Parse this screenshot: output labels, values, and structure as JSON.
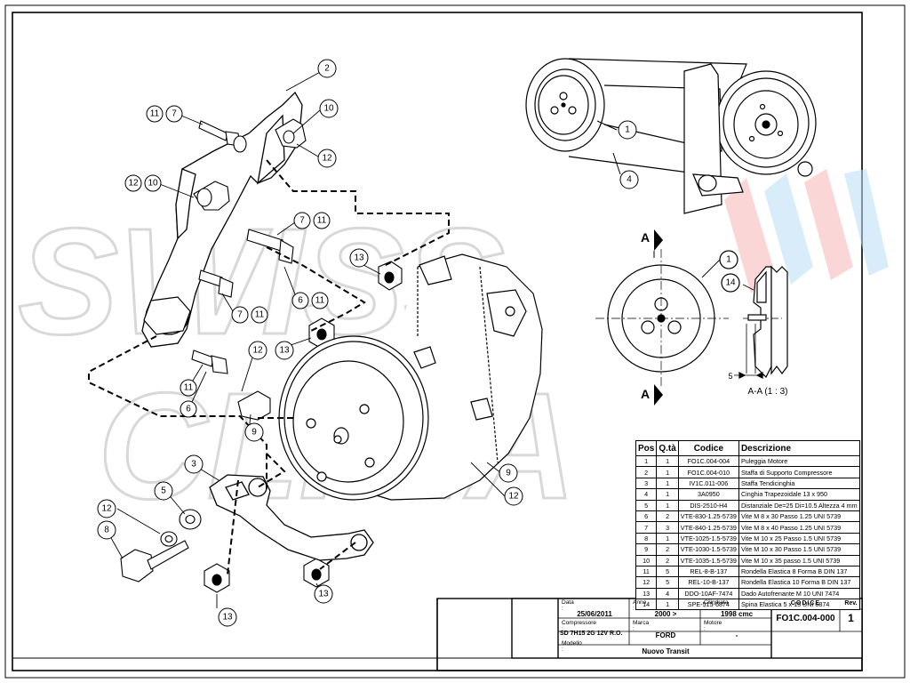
{
  "watermark": {
    "line1": "SWISS",
    "line2": "CLIMA",
    "colors": [
      "#f6b5b5",
      "#b9dff5"
    ]
  },
  "callouts": {
    "c2": "2",
    "c11a": "11",
    "c7a": "7",
    "c10a": "10",
    "c12a": "12",
    "c12b": "12",
    "c10b": "10",
    "c7b": "7",
    "c11b": "11",
    "c13a": "13",
    "c7c": "7",
    "c11c": "11",
    "c6a": "6",
    "c11d": "11",
    "c12c": "12",
    "c13b": "13",
    "c11e": "11",
    "c6b": "6",
    "c9a": "9",
    "c3": "3",
    "c5": "5",
    "c12d": "12",
    "c8": "8",
    "c13c": "13",
    "c13d": "13",
    "c9b": "9",
    "c12e": "12",
    "c1a": "1",
    "c4": "4",
    "c1b": "1",
    "c14": "14"
  },
  "section": {
    "marker": "A",
    "caption": "A-A (1 : 3)",
    "dim": "5"
  },
  "bom": {
    "headers": [
      "Pos",
      "Q.tà",
      "Codice",
      "Descrizione"
    ],
    "rows": [
      [
        "1",
        "1",
        "FO1C.004-004",
        "Puleggia Motore"
      ],
      [
        "2",
        "1",
        "FO1C.004-010",
        "Staffa di Supporto Compressore"
      ],
      [
        "3",
        "1",
        "IV1C.011-006",
        "Staffa Tendicinghia"
      ],
      [
        "4",
        "1",
        "3A0950",
        "Cinghia Trapezoidale 13 x 950"
      ],
      [
        "5",
        "1",
        "DIS-2510-H4",
        "Distanziale De=25 Di=10.5 Altezza 4 mm"
      ],
      [
        "6",
        "2",
        "VTE-830-1.25-5739",
        "Vite M 8 x 30 Passo 1.25 UNI 5739"
      ],
      [
        "7",
        "3",
        "VTE-840-1.25-5739",
        "Vite M 8 x 40 Passo 1.25 UNI 5739"
      ],
      [
        "8",
        "1",
        "VTE-1025-1.5-5739",
        "Vite M 10 x 25 Passo 1.5 UNI 5739"
      ],
      [
        "9",
        "2",
        "VTE-1030-1.5-5739",
        "Vite M 10 x 30 Passo 1.5 UNI 5739"
      ],
      [
        "10",
        "2",
        "VTE-1035-1.5-5739",
        "Vite M 10 x 35 passo 1.5 UNI 5739"
      ],
      [
        "11",
        "5",
        "REL-8-B-137",
        "Rondella Elastica 8 Forma B DIN 137"
      ],
      [
        "12",
        "5",
        "REL-10-B-137",
        "Rondella Elastica 10 Forma B DIN 137"
      ],
      [
        "13",
        "4",
        "DDO-10AF-7474",
        "Dado Autofrenante M 10 UNI 7474"
      ],
      [
        "14",
        "1",
        "SPE-515-6874",
        "Spina Elastica 5 x 15 UNI 6874"
      ]
    ]
  },
  "title_block": {
    "data_label": "Data :",
    "data_value": "25/06/2011",
    "anno_label": "Anno :",
    "anno_value": "2000 >",
    "cilindrata_label": "Cilindrata :",
    "cilindrata_value": "1998 cmc",
    "codice_label": "CODICE",
    "codice_value": "FO1C.004-000",
    "rev_label": "Rev.",
    "rev_value": "1",
    "compressore_label": "Compressore :",
    "compressore_value": "SD 7H15 2G 12V R.O.",
    "marca_label": "Marca :",
    "marca_value": "FORD",
    "motore_label": "Motore :",
    "motore_value": "-",
    "modello_label": "Modello :",
    "modello_value": "Nuovo Transit"
  }
}
